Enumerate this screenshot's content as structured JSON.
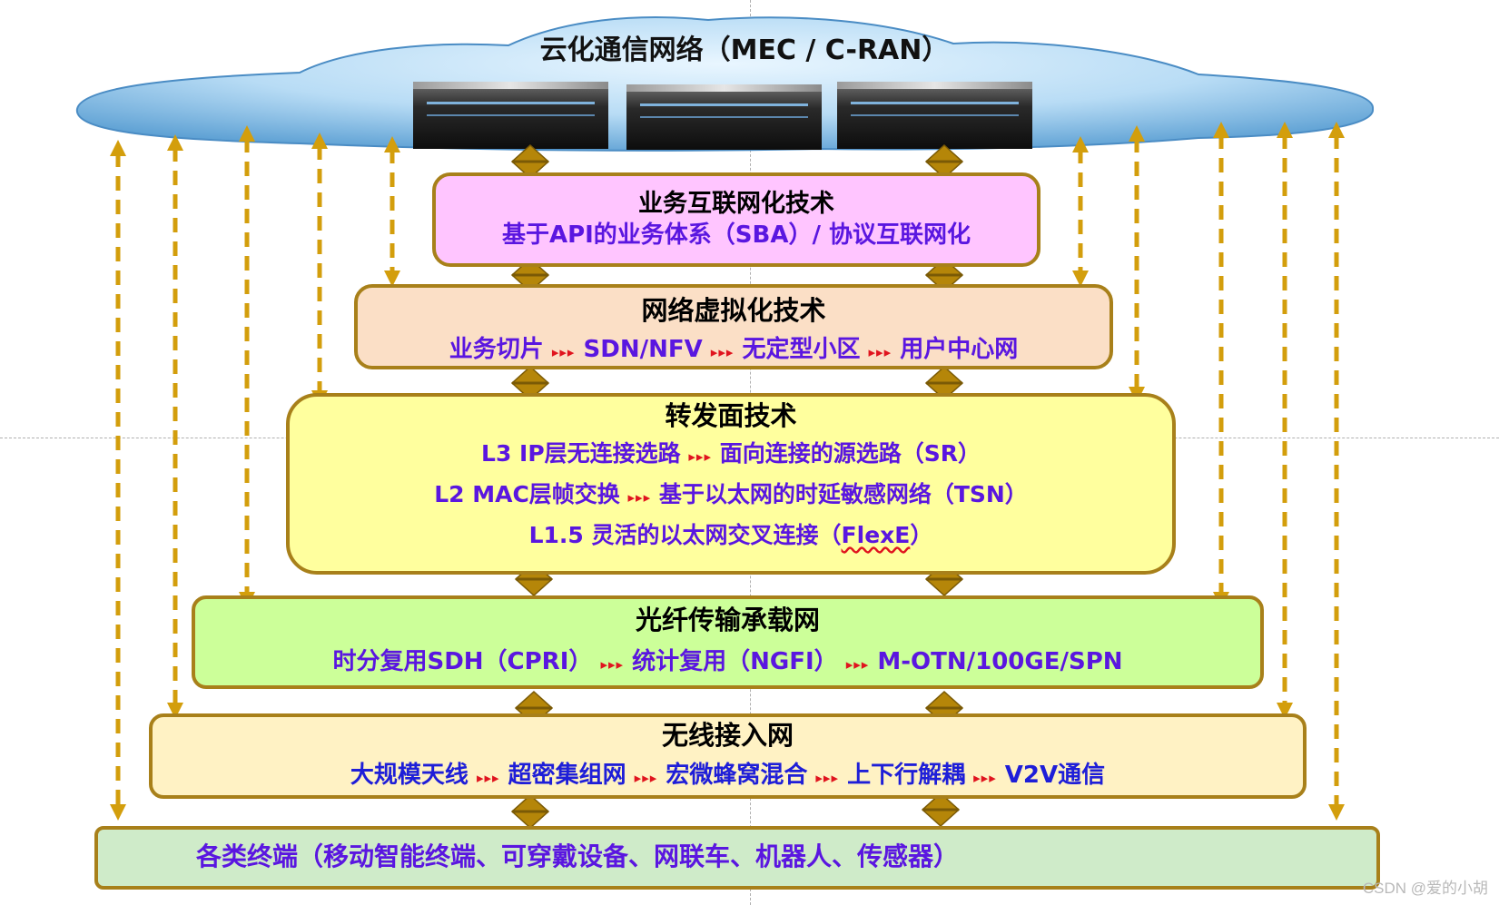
{
  "cloud": {
    "title": "云化通信网络（MEC / C-RAN）"
  },
  "separator": "▸▸▸",
  "layers": {
    "service": {
      "title": "业务互联网化技术",
      "line": "基于API的业务体系（SBA）/ 协议互联网化"
    },
    "virtualization": {
      "title": "网络虚拟化技术",
      "items": [
        "业务切片",
        "SDN/NFV",
        "无定型小区",
        "用户中心网"
      ]
    },
    "forwarding": {
      "title": "转发面技术",
      "row1": [
        "L3 IP层无连接选路",
        "面向连接的源选路（SR）"
      ],
      "row2": [
        "L2 MAC层帧交换",
        "基于以太网的时延敏感网络（TSN）"
      ],
      "row3_prefix": "L1.5 灵活的以太网交叉连接（",
      "row3_term": "FlexE",
      "row3_suffix": "）"
    },
    "fiber": {
      "title": "光纤传输承载网",
      "items": [
        "时分复用SDH（CPRI）",
        "统计复用（NGFI）",
        "M-OTN/100GE/SPN"
      ]
    },
    "wireless": {
      "title": "无线接入网",
      "items": [
        "大规模天线",
        "超密集组网",
        "宏微蜂窝混合",
        "上下行解耦",
        "V2V通信"
      ]
    },
    "terminals": {
      "line": "各类终端（移动智能终端、可穿戴设备、网联车、机器人、传感器）"
    }
  },
  "watermark": "CSDN @爱的小胡",
  "colors": {
    "arrow": "#d39e0c",
    "border": "#a8801a",
    "title_text": "#000000",
    "body_text": "#5a16e0",
    "wireless_text": "#1e1ed8",
    "separator": "#e0141e"
  },
  "icons": [
    "server-icon",
    "double-arrow-connector-icon"
  ]
}
